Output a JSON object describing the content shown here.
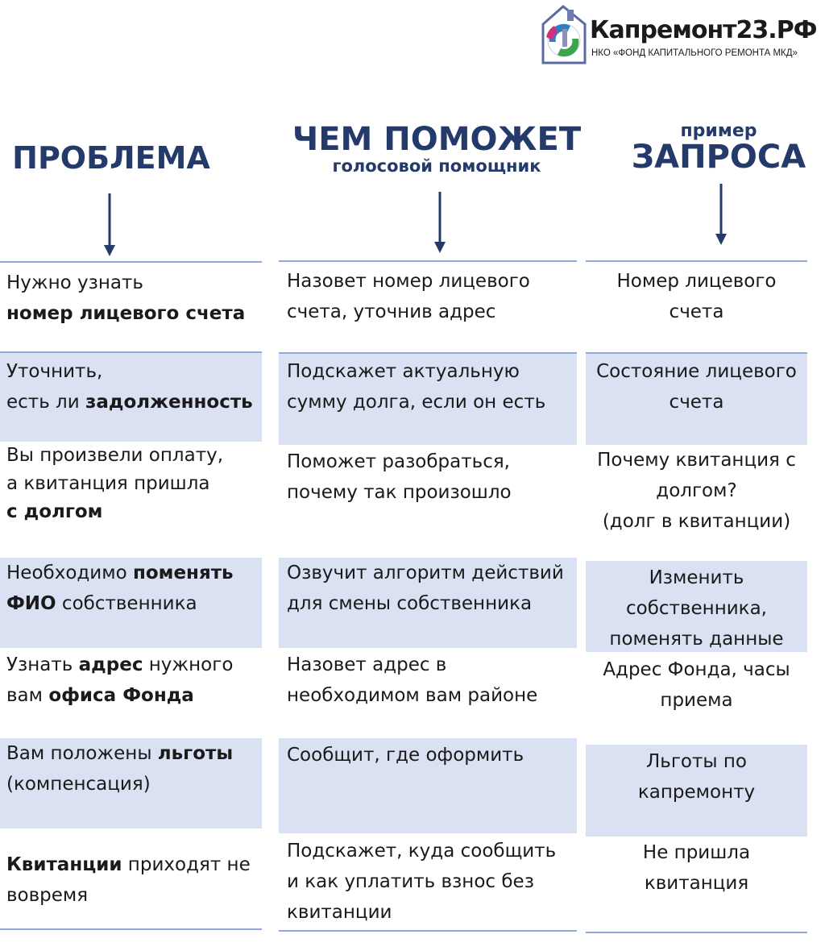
{
  "logo": {
    "title": "Капремонт23.РФ",
    "subtitle": "НКО «ФОНД КАПИТАЛЬНОГО РЕМОНТА МКД»"
  },
  "headers": {
    "problem": "ПРОБЛЕМА",
    "help": "ЧЕМ ПОМОЖЕТ",
    "help_sub": "голосовой помощник",
    "example_sub": "пример",
    "example": "ЗАПРОСА"
  },
  "colors": {
    "header_text": "#233a6b",
    "row_shade": "#d9e1f3",
    "rule": "#8eaadb"
  },
  "rows": [
    {
      "problem": {
        "l1a": "Нужно узнать",
        "l2b": "номер лицевого счета"
      },
      "help": {
        "l1": "Назовет номер лицевого",
        "l2": "счета, уточнив адрес"
      },
      "example": {
        "l1": "Номер лицевого",
        "l2": "счета"
      }
    },
    {
      "problem": {
        "l1a": "Уточнить,",
        "l2a": "есть ли ",
        "l2b": "задолженность"
      },
      "help": {
        "l1": "Подскажет актуальную",
        "l2": "сумму долга, если он есть"
      },
      "example": {
        "l1": "Состояние лицевого",
        "l2": "счета"
      }
    },
    {
      "problem": {
        "l1a": "Вы произвели оплату,",
        "l2a": "а квитанция пришла",
        "l3b": "с долгом"
      },
      "help": {
        "l1": "Поможет разобраться,",
        "l2": "почему так произошло"
      },
      "example": {
        "l1": "Почему квитанция с",
        "l2": "долгом?",
        "l3": "(долг в квитанции)"
      }
    },
    {
      "problem": {
        "l1a": "Необходимо ",
        "l1b": "поменять",
        "l2b": "ФИО",
        "l2a": " собственника"
      },
      "help": {
        "l1": "Озвучит алгоритм действий",
        "l2": "для смены собственника"
      },
      "example": {
        "l1": "Изменить",
        "l2": "собственника,",
        "l3": "поменять данные"
      }
    },
    {
      "problem": {
        "l1a": "Узнать ",
        "l1b": "адрес",
        "l1c": " нужного",
        "l2a": "вам ",
        "l2b": "офиса Фонда"
      },
      "help": {
        "l1": "Назовет адрес в",
        "l2": "необходимом вам районе"
      },
      "example": {
        "l1": "Адрес Фонда, часы",
        "l2": "приема"
      }
    },
    {
      "problem": {
        "l1a": "Вам положены ",
        "l1b": "льготы",
        "l2a": "(компенсация)"
      },
      "help": {
        "l1": "Сообщит, где оформить"
      },
      "example": {
        "l1": "Льготы по",
        "l2": "капремонту"
      }
    },
    {
      "problem": {
        "l1b": "Квитанции",
        "l1a": " приходят не",
        "l2a": "вовремя"
      },
      "help": {
        "l1": "Подскажет, куда сообщить",
        "l2": "и как уплатить взнос без",
        "l3": "квитанции"
      },
      "example": {
        "l1": "Не пришла",
        "l2": "квитанция"
      }
    }
  ]
}
